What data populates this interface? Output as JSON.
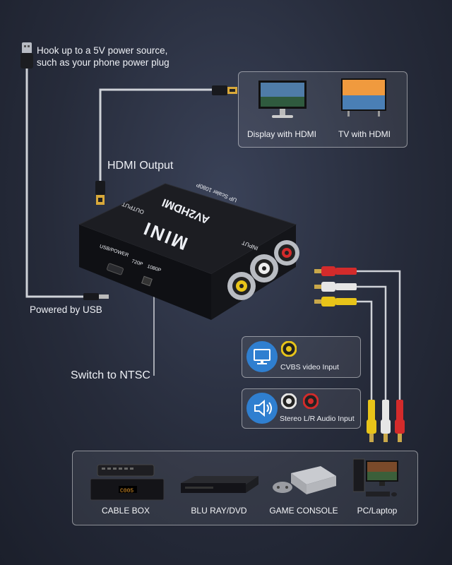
{
  "callouts": {
    "power": "Hook up to a 5V power source,\nsuch as your phone power plug",
    "hdmi_output": "HDMI Output",
    "powered_usb": "Powered by USB",
    "ntsc": "Switch to NTSC"
  },
  "displays": [
    {
      "label": "Display with HDMI"
    },
    {
      "label": "TV with HDMI"
    }
  ],
  "device": {
    "name": "MINI",
    "model": "AV2HDMI",
    "sub": "UP Scaler 1080P",
    "output": "OUTPUT",
    "input": "INPUT",
    "usb_power": "USB/POWER",
    "res_720": "720P",
    "res_1080": "1080P"
  },
  "inputs": {
    "video": "CVBS video Input",
    "audio": "Stereo L/R Audio Input"
  },
  "sources": [
    {
      "label": "CABLE BOX"
    },
    {
      "label": "BLU RAY/DVD"
    },
    {
      "label": "GAME CONSOLE"
    },
    {
      "label": "PC/Laptop"
    }
  ],
  "colors": {
    "video": "#e8c419",
    "audio_left": "#e6e6e6",
    "audio_right": "#d32b2b",
    "accent": "#2f7fd0"
  },
  "icons": [
    "usb-plug-icon",
    "hdmi-plug-icon",
    "monitor-icon",
    "speaker-icon"
  ]
}
